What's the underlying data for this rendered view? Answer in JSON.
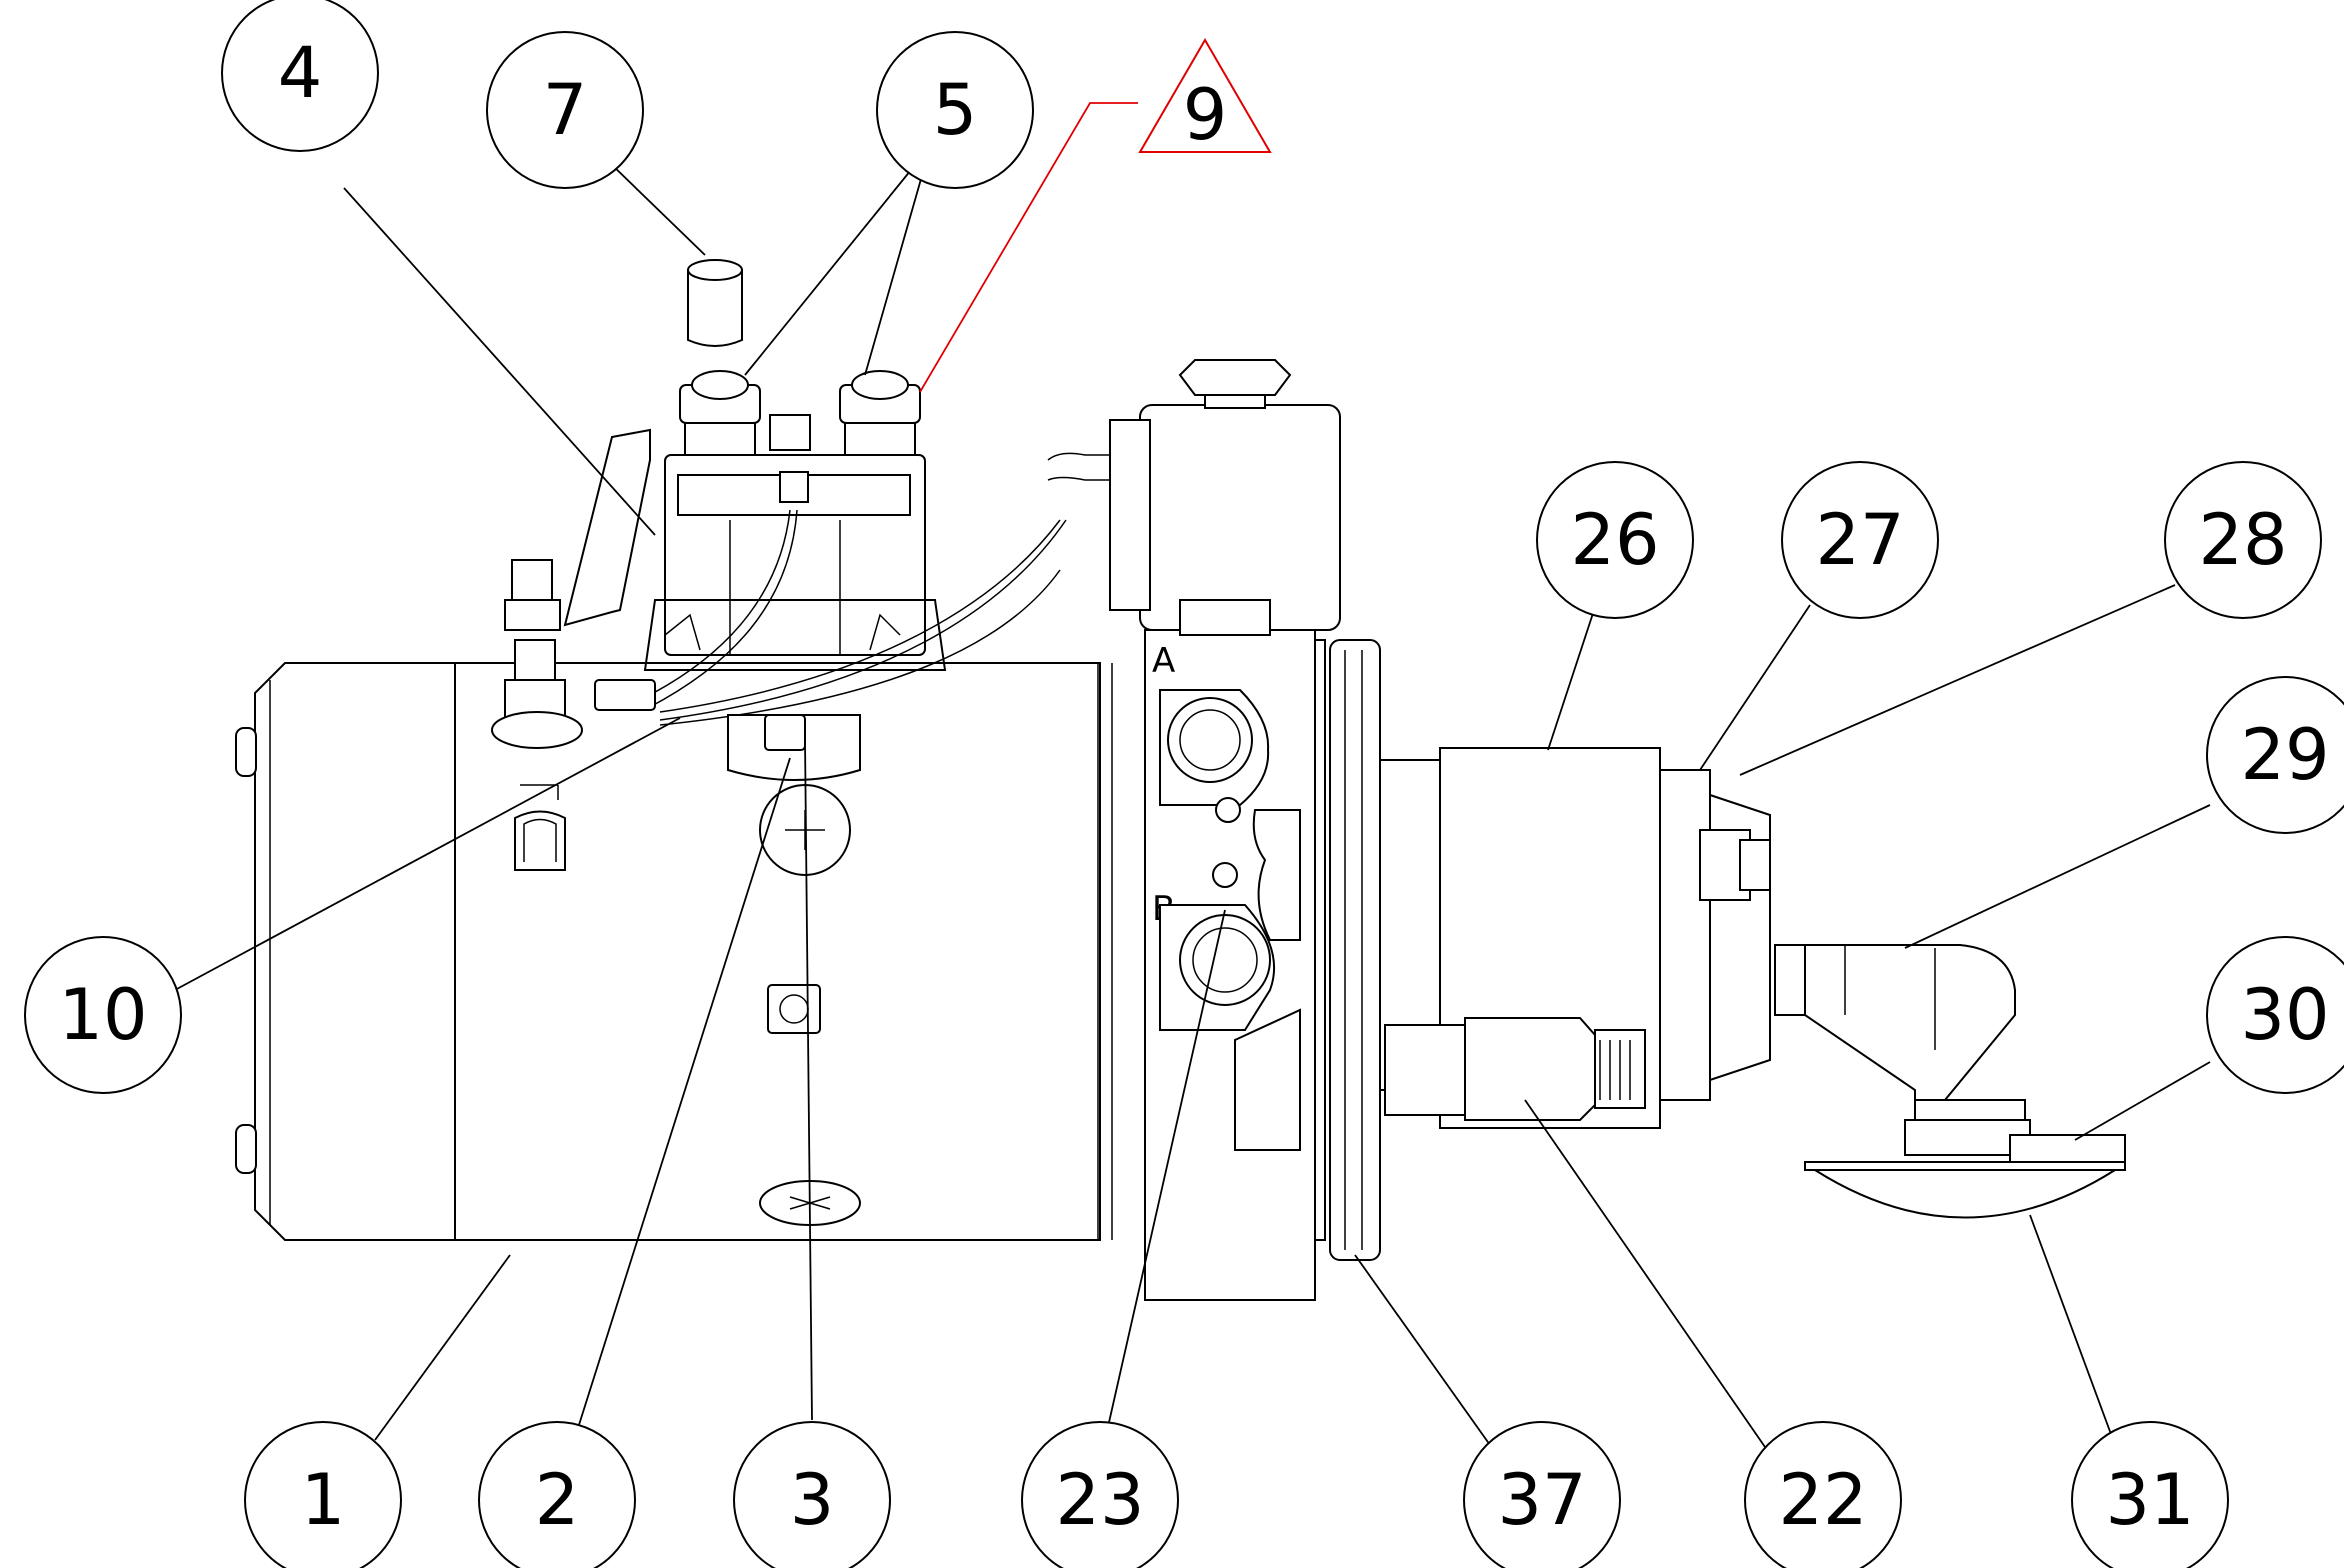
{
  "callouts": [
    {
      "id": "1",
      "label": "1"
    },
    {
      "id": "2",
      "label": "2"
    },
    {
      "id": "3",
      "label": "3"
    },
    {
      "id": "4",
      "label": "4"
    },
    {
      "id": "5",
      "label": "5"
    },
    {
      "id": "7",
      "label": "7"
    },
    {
      "id": "9",
      "label": "9",
      "revision": true
    },
    {
      "id": "10",
      "label": "10"
    },
    {
      "id": "22",
      "label": "22"
    },
    {
      "id": "23",
      "label": "23"
    },
    {
      "id": "26",
      "label": "26"
    },
    {
      "id": "27",
      "label": "27"
    },
    {
      "id": "28",
      "label": "28"
    },
    {
      "id": "29",
      "label": "29"
    },
    {
      "id": "30",
      "label": "30"
    },
    {
      "id": "31",
      "label": "31"
    },
    {
      "id": "37",
      "label": "37"
    }
  ],
  "port_labels": {
    "a": "A",
    "b": "B"
  },
  "colors": {
    "line": "#000000",
    "revision": "#e00000",
    "background": "#ffffff"
  }
}
